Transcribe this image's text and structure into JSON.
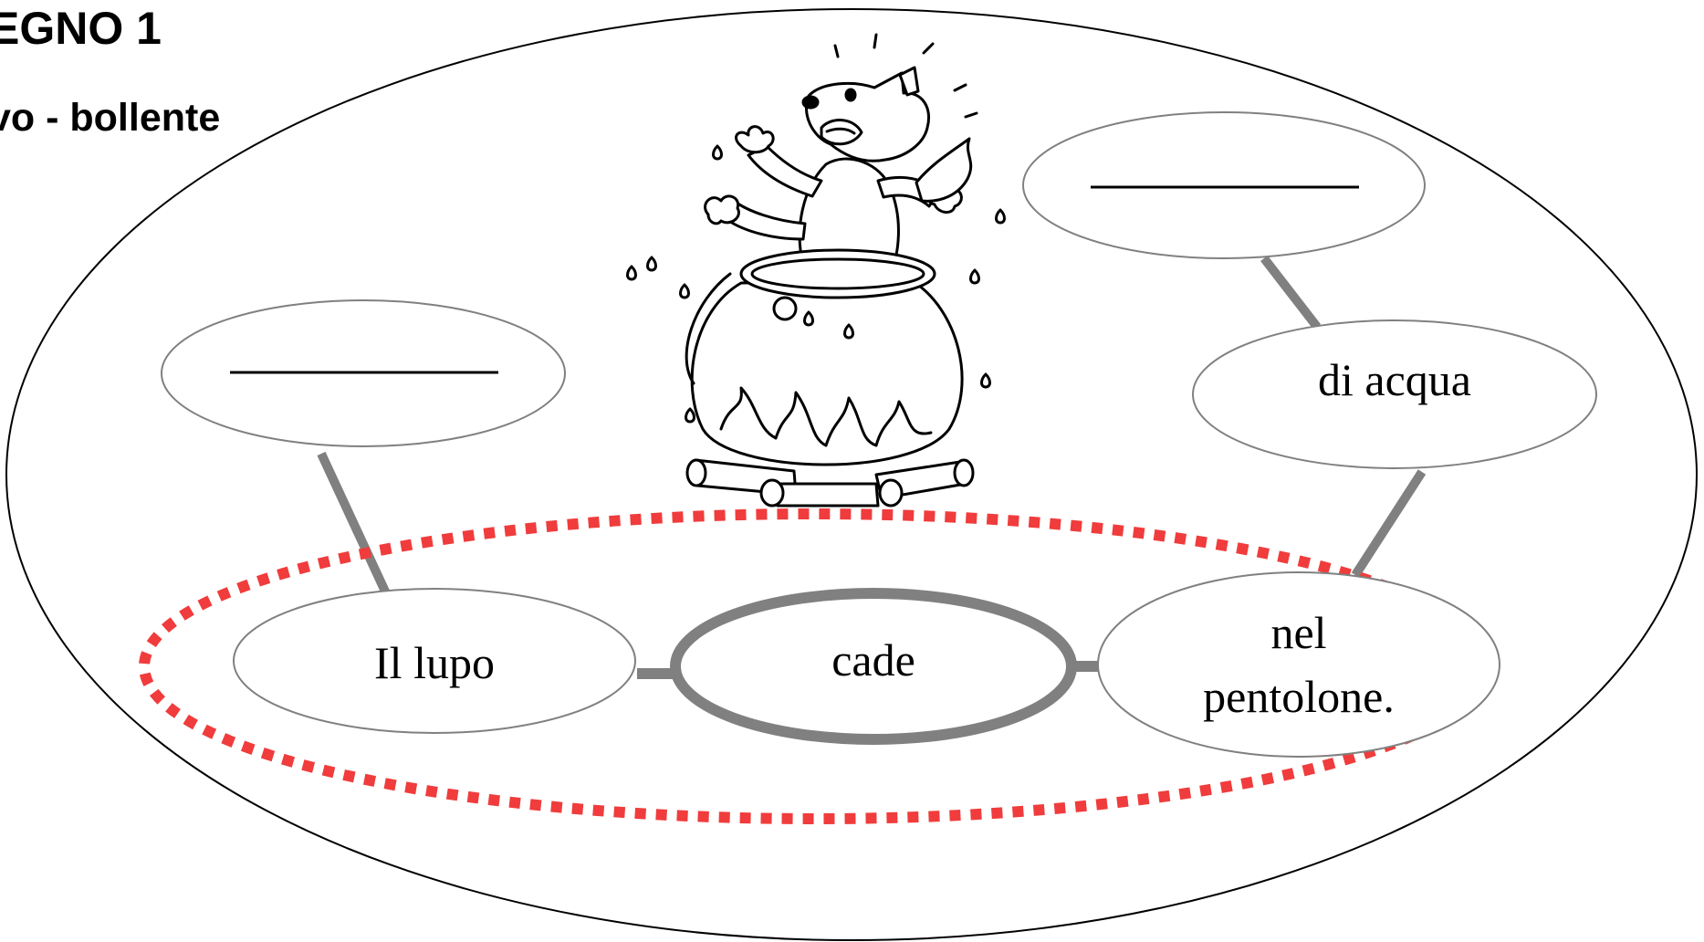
{
  "heading": {
    "title": "EGNO 1",
    "subtitle": "vo - bollente"
  },
  "nodes": {
    "subject": "Il lupo",
    "verb": "cade",
    "location_line1": "nel",
    "location_line2": "pentolone.",
    "complement": "di acqua"
  },
  "blanks": {
    "left": "",
    "right": ""
  },
  "illustration": {
    "subject": "wolf-in-boiling-pot"
  },
  "colors": {
    "sentence_outline": "#f03c3c",
    "connector": "#808080",
    "node_border": "#808080",
    "outer_border": "#000000"
  }
}
